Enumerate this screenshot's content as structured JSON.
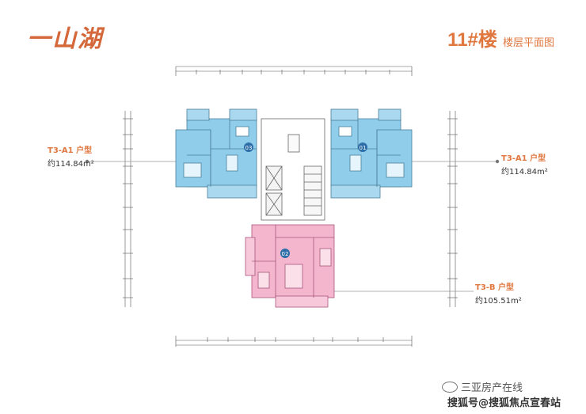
{
  "brand": {
    "logo_text": "一山湖"
  },
  "header": {
    "building": "11#楼",
    "subtitle": "楼层平面图"
  },
  "units": [
    {
      "type": "T3-A1 户型",
      "area": "约114.84m²",
      "badge": "03"
    },
    {
      "type": "T3-A1 户型",
      "area": "约114.84m²",
      "badge": "01"
    },
    {
      "type": "T3-B 户型",
      "area": "约105.51m²",
      "badge": "02"
    }
  ],
  "colors": {
    "accent": "#e0773f",
    "unit_a": "#8fcdeb",
    "unit_b": "#f3b6cd"
  },
  "watermark": {
    "line1": "三亚房产在线",
    "line2": "搜狐号@搜狐焦点宣春站"
  }
}
